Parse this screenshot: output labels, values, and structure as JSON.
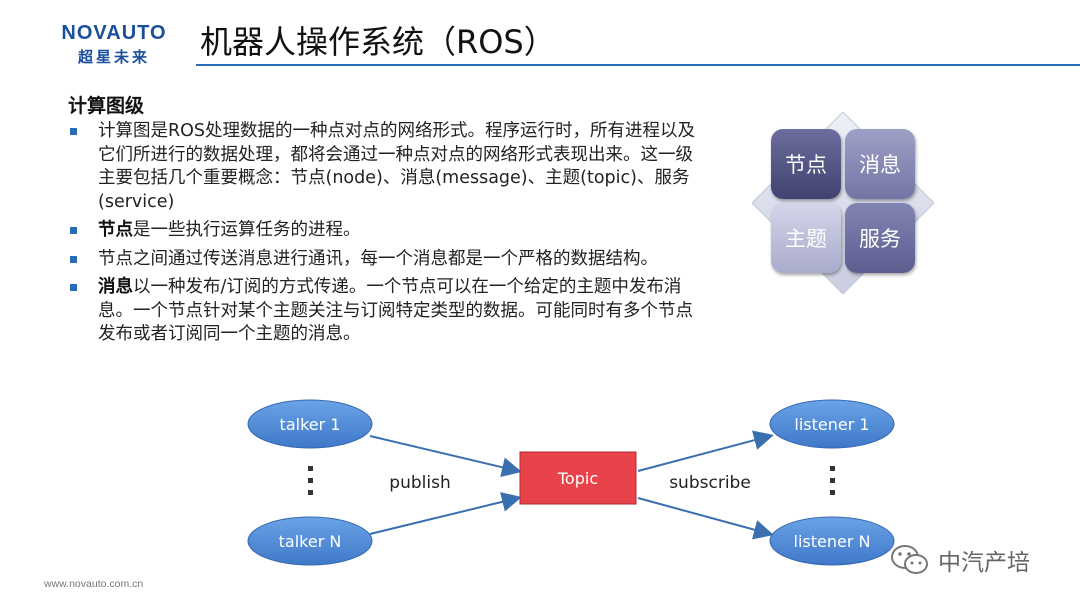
{
  "header": {
    "logo_en": "NOVAUTO",
    "logo_cn": "超星未来",
    "title": "机器人操作系统（ROS）"
  },
  "content": {
    "section_heading": "计算图级",
    "bullets": [
      {
        "bold": "",
        "text": "计算图是ROS处理数据的一种点对点的网络形式。程序运行时，所有进程以及它们所进行的数据处理，都将会通过一种点对点的网络形式表现出来。这一级主要包括几个重要概念：节点(node)、消息(message)、主题(topic)、服务(service)"
      },
      {
        "bold": "节点",
        "text": "是一些执行运算任务的进程。"
      },
      {
        "bold": "",
        "text": "节点之间通过传送消息进行通讯，每一个消息都是一个严格的数据结构。"
      },
      {
        "bold": "消息",
        "text": "以一种发布/订阅的方式传递。一个节点可以在一个给定的主题中发布消息。一个节点针对某个主题关注与订阅特定类型的数据。可能同时有多个节点发布或者订阅同一个主题的消息。"
      }
    ]
  },
  "concepts": {
    "node": "节点",
    "message": "消息",
    "topic": "主题",
    "service": "服务"
  },
  "diagram": {
    "talker_1": "talker 1",
    "talker_n": "talker N",
    "listener_1": "listener 1",
    "listener_n": "listener N",
    "topic": "Topic",
    "publish": "publish",
    "subscribe": "subscribe",
    "colors": {
      "ellipse": "#4a86d4",
      "topic": "#e8434a",
      "arrow": "#3a6fb0"
    }
  },
  "footer": {
    "url": "www.novauto.com.cn",
    "watermark": "中汽产培"
  }
}
